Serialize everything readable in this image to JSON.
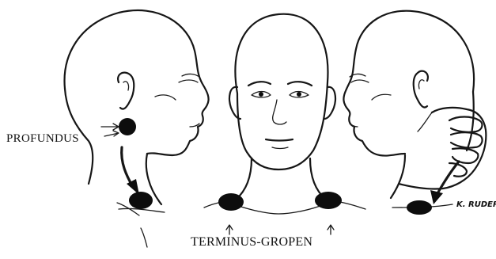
{
  "figure": {
    "labels": {
      "profundus": "PROFUNDUS",
      "terminus": "TERMINUS-GROPEN",
      "signature": "K. RUDER"
    },
    "colors": {
      "ink": "#161616",
      "node": "#0d0d0d",
      "background": "#ffffff"
    },
    "panels": [
      "left-profile-head",
      "front-view-head",
      "right-profile-head-with-hand"
    ]
  }
}
